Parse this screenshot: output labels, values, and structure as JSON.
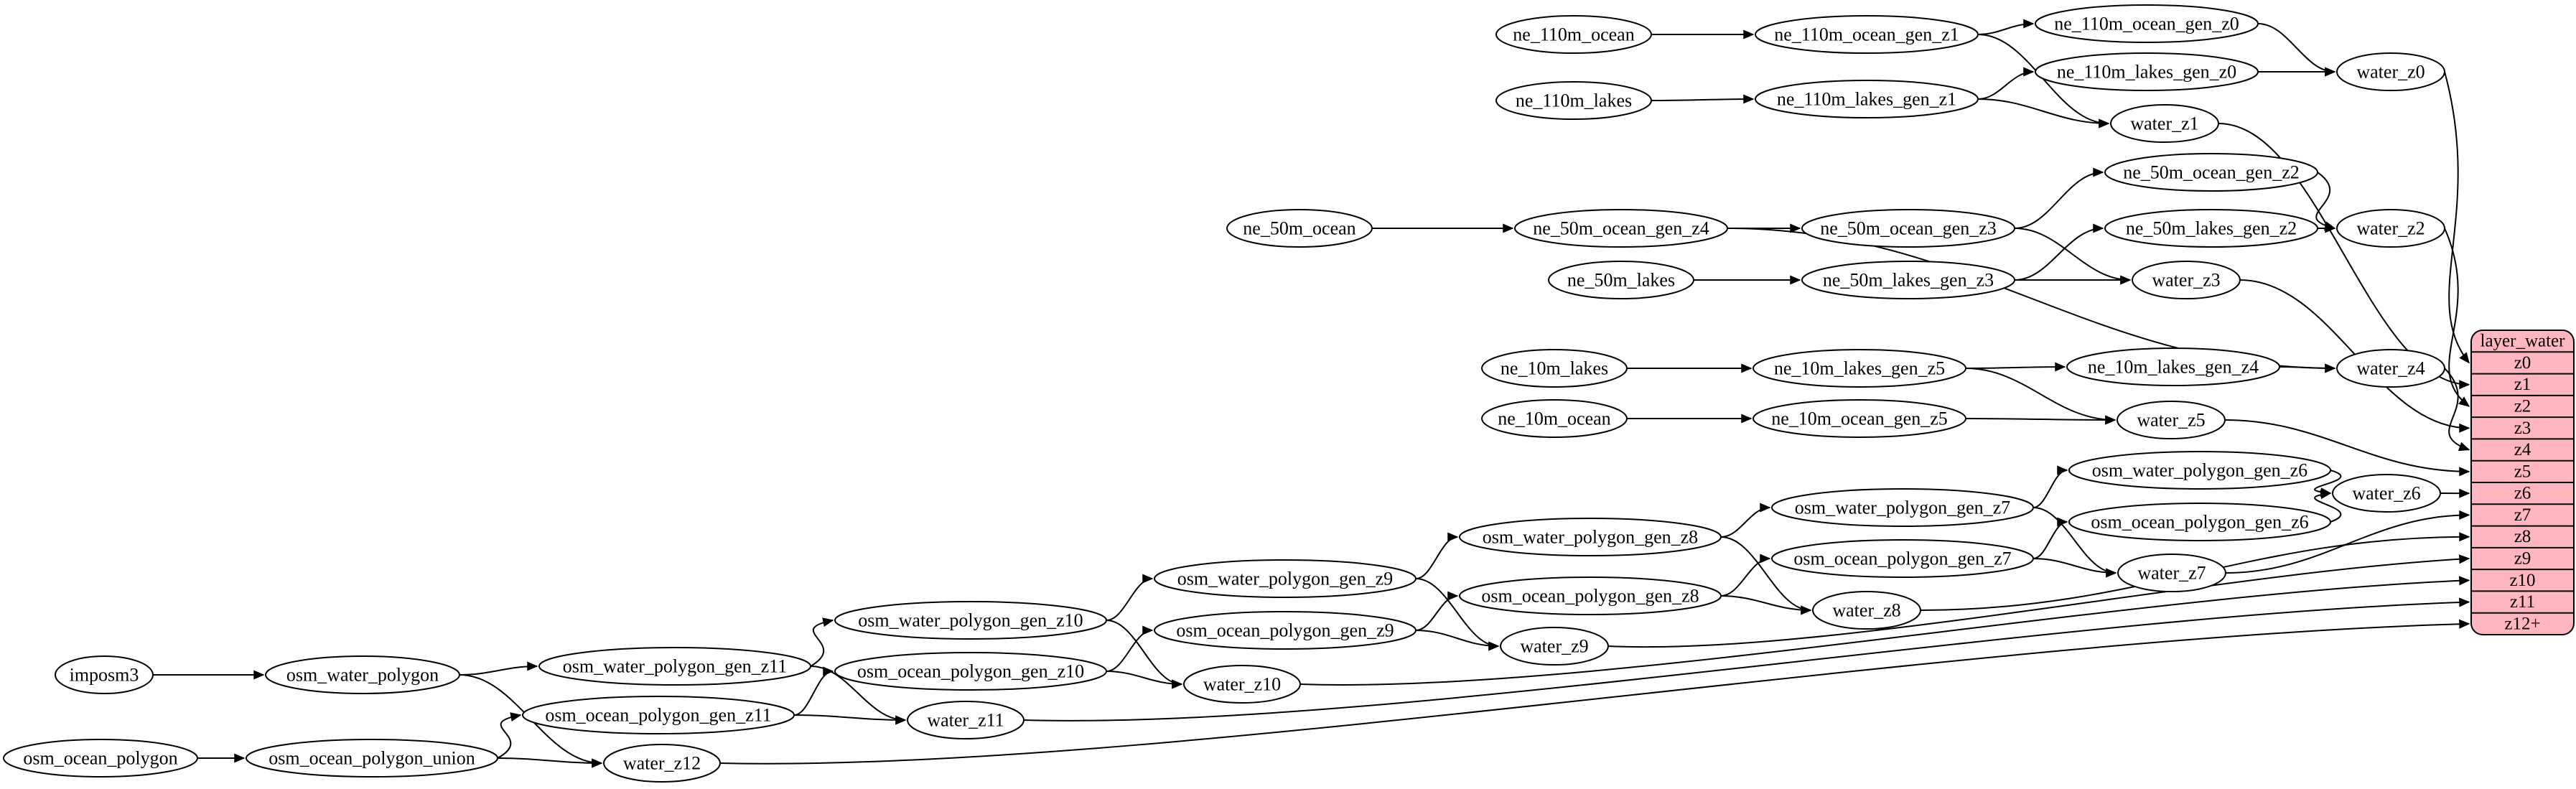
{
  "diagram": {
    "kind": "dependency-graph",
    "background": "#ffffff",
    "node_fill": "#ffffff",
    "node_stroke": "#000000",
    "edge_color": "#000000",
    "table": {
      "title": "layer_water",
      "fill": "#ffb6c1",
      "stroke": "#000000",
      "rows": [
        "z0",
        "z1",
        "z2",
        "z3",
        "z4",
        "z5",
        "z6",
        "z7",
        "z8",
        "z9",
        "z10",
        "z11",
        "z12+"
      ]
    },
    "nodes": [
      {
        "id": "ne_110m_ocean",
        "label": "ne_110m_ocean"
      },
      {
        "id": "ne_110m_ocean_gen_z1",
        "label": "ne_110m_ocean_gen_z1"
      },
      {
        "id": "ne_110m_ocean_gen_z0",
        "label": "ne_110m_ocean_gen_z0"
      },
      {
        "id": "ne_110m_lakes",
        "label": "ne_110m_lakes"
      },
      {
        "id": "ne_110m_lakes_gen_z1",
        "label": "ne_110m_lakes_gen_z1"
      },
      {
        "id": "ne_110m_lakes_gen_z0",
        "label": "ne_110m_lakes_gen_z0"
      },
      {
        "id": "water_z0",
        "label": "water_z0"
      },
      {
        "id": "water_z1",
        "label": "water_z1"
      },
      {
        "id": "ne_50m_ocean",
        "label": "ne_50m_ocean"
      },
      {
        "id": "ne_50m_ocean_gen_z4",
        "label": "ne_50m_ocean_gen_z4"
      },
      {
        "id": "ne_50m_ocean_gen_z3",
        "label": "ne_50m_ocean_gen_z3"
      },
      {
        "id": "ne_50m_ocean_gen_z2",
        "label": "ne_50m_ocean_gen_z2"
      },
      {
        "id": "ne_50m_lakes",
        "label": "ne_50m_lakes"
      },
      {
        "id": "ne_50m_lakes_gen_z3",
        "label": "ne_50m_lakes_gen_z3"
      },
      {
        "id": "ne_50m_lakes_gen_z2",
        "label": "ne_50m_lakes_gen_z2"
      },
      {
        "id": "water_z2",
        "label": "water_z2"
      },
      {
        "id": "water_z3",
        "label": "water_z3"
      },
      {
        "id": "ne_10m_lakes",
        "label": "ne_10m_lakes"
      },
      {
        "id": "ne_10m_lakes_gen_z5",
        "label": "ne_10m_lakes_gen_z5"
      },
      {
        "id": "ne_10m_lakes_gen_z4",
        "label": "ne_10m_lakes_gen_z4"
      },
      {
        "id": "water_z4",
        "label": "water_z4"
      },
      {
        "id": "ne_10m_ocean",
        "label": "ne_10m_ocean"
      },
      {
        "id": "ne_10m_ocean_gen_z5",
        "label": "ne_10m_ocean_gen_z5"
      },
      {
        "id": "water_z5",
        "label": "water_z5"
      },
      {
        "id": "osm_water_polygon_gen_z6",
        "label": "osm_water_polygon_gen_z6"
      },
      {
        "id": "osm_ocean_polygon_gen_z6",
        "label": "osm_ocean_polygon_gen_z6"
      },
      {
        "id": "water_z6",
        "label": "water_z6"
      },
      {
        "id": "osm_water_polygon_gen_z7",
        "label": "osm_water_polygon_gen_z7"
      },
      {
        "id": "osm_ocean_polygon_gen_z7",
        "label": "osm_ocean_polygon_gen_z7"
      },
      {
        "id": "water_z7",
        "label": "water_z7"
      },
      {
        "id": "osm_water_polygon_gen_z8",
        "label": "osm_water_polygon_gen_z8"
      },
      {
        "id": "osm_ocean_polygon_gen_z8",
        "label": "osm_ocean_polygon_gen_z8"
      },
      {
        "id": "water_z8",
        "label": "water_z8"
      },
      {
        "id": "osm_water_polygon_gen_z9",
        "label": "osm_water_polygon_gen_z9"
      },
      {
        "id": "osm_ocean_polygon_gen_z9",
        "label": "osm_ocean_polygon_gen_z9"
      },
      {
        "id": "water_z9",
        "label": "water_z9"
      },
      {
        "id": "osm_water_polygon_gen_z10",
        "label": "osm_water_polygon_gen_z10"
      },
      {
        "id": "osm_ocean_polygon_gen_z10",
        "label": "osm_ocean_polygon_gen_z10"
      },
      {
        "id": "water_z10",
        "label": "water_z10"
      },
      {
        "id": "osm_water_polygon_gen_z11",
        "label": "osm_water_polygon_gen_z11"
      },
      {
        "id": "osm_ocean_polygon_gen_z11",
        "label": "osm_ocean_polygon_gen_z11"
      },
      {
        "id": "water_z11",
        "label": "water_z11"
      },
      {
        "id": "imposm3",
        "label": "imposm3"
      },
      {
        "id": "osm_water_polygon",
        "label": "osm_water_polygon"
      },
      {
        "id": "osm_ocean_polygon",
        "label": "osm_ocean_polygon"
      },
      {
        "id": "osm_ocean_polygon_union",
        "label": "osm_ocean_polygon_union"
      },
      {
        "id": "water_z12",
        "label": "water_z12"
      }
    ],
    "edges": [
      [
        "ne_110m_ocean",
        "ne_110m_ocean_gen_z1"
      ],
      [
        "ne_110m_ocean_gen_z1",
        "ne_110m_ocean_gen_z0"
      ],
      [
        "ne_110m_ocean_gen_z1",
        "water_z1"
      ],
      [
        "ne_110m_lakes",
        "ne_110m_lakes_gen_z1"
      ],
      [
        "ne_110m_lakes_gen_z1",
        "ne_110m_lakes_gen_z0"
      ],
      [
        "ne_110m_lakes_gen_z1",
        "water_z1"
      ],
      [
        "ne_110m_ocean_gen_z0",
        "water_z0"
      ],
      [
        "ne_110m_lakes_gen_z0",
        "water_z0"
      ],
      [
        "ne_50m_ocean",
        "ne_50m_ocean_gen_z4"
      ],
      [
        "ne_50m_ocean_gen_z4",
        "ne_50m_ocean_gen_z3"
      ],
      [
        "ne_50m_ocean_gen_z4",
        "water_z4"
      ],
      [
        "ne_50m_lakes",
        "ne_50m_lakes_gen_z3"
      ],
      [
        "ne_50m_ocean_gen_z3",
        "ne_50m_ocean_gen_z2"
      ],
      [
        "ne_50m_ocean_gen_z3",
        "water_z3"
      ],
      [
        "ne_50m_lakes_gen_z3",
        "ne_50m_lakes_gen_z2"
      ],
      [
        "ne_50m_lakes_gen_z3",
        "water_z3"
      ],
      [
        "ne_50m_ocean_gen_z2",
        "water_z2"
      ],
      [
        "ne_50m_lakes_gen_z2",
        "water_z2"
      ],
      [
        "ne_10m_lakes",
        "ne_10m_lakes_gen_z5"
      ],
      [
        "ne_10m_lakes_gen_z5",
        "ne_10m_lakes_gen_z4"
      ],
      [
        "ne_10m_lakes_gen_z5",
        "water_z5"
      ],
      [
        "ne_10m_lakes_gen_z4",
        "water_z4"
      ],
      [
        "ne_10m_ocean",
        "ne_10m_ocean_gen_z5"
      ],
      [
        "ne_10m_ocean_gen_z5",
        "water_z5"
      ],
      [
        "imposm3",
        "osm_water_polygon"
      ],
      [
        "osm_water_polygon",
        "osm_water_polygon_gen_z11"
      ],
      [
        "osm_water_polygon",
        "water_z12"
      ],
      [
        "osm_ocean_polygon",
        "osm_ocean_polygon_union"
      ],
      [
        "osm_ocean_polygon_union",
        "osm_ocean_polygon_gen_z11"
      ],
      [
        "osm_ocean_polygon_union",
        "water_z12"
      ],
      [
        "osm_water_polygon_gen_z11",
        "osm_water_polygon_gen_z10"
      ],
      [
        "osm_water_polygon_gen_z11",
        "water_z11"
      ],
      [
        "osm_ocean_polygon_gen_z11",
        "osm_ocean_polygon_gen_z10"
      ],
      [
        "osm_ocean_polygon_gen_z11",
        "water_z11"
      ],
      [
        "osm_water_polygon_gen_z10",
        "osm_water_polygon_gen_z9"
      ],
      [
        "osm_water_polygon_gen_z10",
        "water_z10"
      ],
      [
        "osm_ocean_polygon_gen_z10",
        "osm_ocean_polygon_gen_z9"
      ],
      [
        "osm_ocean_polygon_gen_z10",
        "water_z10"
      ],
      [
        "osm_water_polygon_gen_z9",
        "osm_water_polygon_gen_z8"
      ],
      [
        "osm_water_polygon_gen_z9",
        "water_z9"
      ],
      [
        "osm_ocean_polygon_gen_z9",
        "osm_ocean_polygon_gen_z8"
      ],
      [
        "osm_ocean_polygon_gen_z9",
        "water_z9"
      ],
      [
        "osm_water_polygon_gen_z8",
        "osm_water_polygon_gen_z7"
      ],
      [
        "osm_water_polygon_gen_z8",
        "water_z8"
      ],
      [
        "osm_ocean_polygon_gen_z8",
        "osm_ocean_polygon_gen_z7"
      ],
      [
        "osm_ocean_polygon_gen_z8",
        "water_z8"
      ],
      [
        "osm_water_polygon_gen_z7",
        "osm_water_polygon_gen_z6"
      ],
      [
        "osm_water_polygon_gen_z7",
        "water_z7"
      ],
      [
        "osm_ocean_polygon_gen_z7",
        "osm_ocean_polygon_gen_z6"
      ],
      [
        "osm_ocean_polygon_gen_z7",
        "water_z7"
      ],
      [
        "osm_water_polygon_gen_z6",
        "water_z6"
      ],
      [
        "osm_ocean_polygon_gen_z6",
        "water_z6"
      ],
      [
        "water_z0",
        "layer_water:z0"
      ],
      [
        "water_z1",
        "layer_water:z1"
      ],
      [
        "water_z2",
        "layer_water:z2"
      ],
      [
        "water_z3",
        "layer_water:z3"
      ],
      [
        "water_z4",
        "layer_water:z4"
      ],
      [
        "water_z5",
        "layer_water:z5"
      ],
      [
        "water_z6",
        "layer_water:z6"
      ],
      [
        "water_z7",
        "layer_water:z7"
      ],
      [
        "water_z8",
        "layer_water:z8"
      ],
      [
        "water_z9",
        "layer_water:z9"
      ],
      [
        "water_z10",
        "layer_water:z10"
      ],
      [
        "water_z11",
        "layer_water:z11"
      ],
      [
        "water_z12",
        "layer_water:z12+"
      ]
    ]
  }
}
